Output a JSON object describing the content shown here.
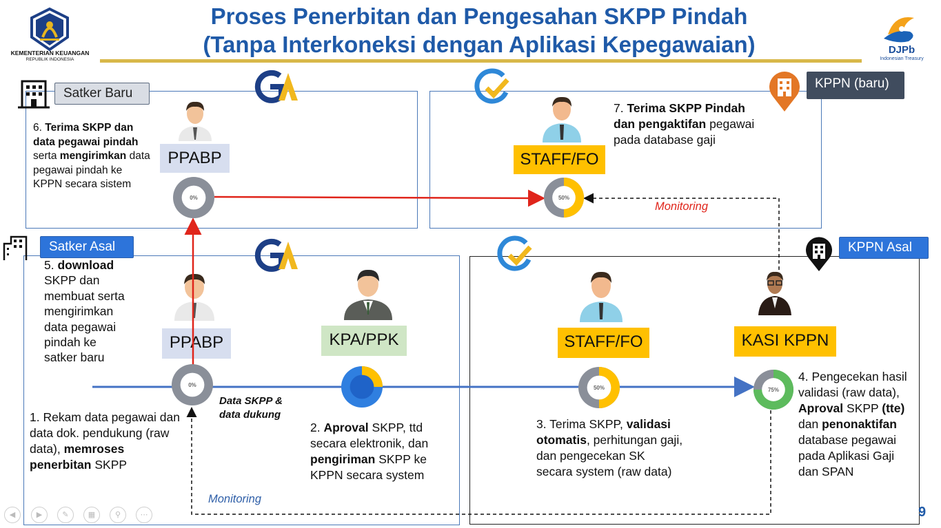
{
  "title": {
    "line1": "Proses Penerbitan dan Pengesahan SKPP Pindah",
    "line2": "(Tanpa Interkoneksi dengan Aplikasi Kepegawaian)"
  },
  "logos": {
    "kemenkeu_line1": "KEMENTERIAN KEUANGAN",
    "kemenkeu_line2": "REPUBLIK INDONESIA",
    "djpb_name": "DJPb",
    "djpb_sub": "Indonesian Treasury"
  },
  "sections": {
    "satker_baru": "Satker Baru",
    "satker_asal": "Satker Asal",
    "kppn_baru": "KPPN (baru)",
    "kppn_asal": "KPPN Asal"
  },
  "roles": {
    "ppabp_top": "PPABP",
    "staff_top": "STAFF/FO",
    "ppabp_bottom": "PPABP",
    "kpa": "KPA/PPK",
    "staff_bottom": "STAFF/FO",
    "kasi": "KASI KPPN"
  },
  "progress": {
    "ppabp_top": {
      "label": "0%",
      "value": 0
    },
    "staff_top": {
      "label": "50%",
      "value": 50
    },
    "ppabp_bottom": {
      "label": "0%",
      "value": 0
    },
    "kpa": {
      "label": "",
      "value": 25
    },
    "staff_bottom": {
      "label": "50%",
      "value": 50
    },
    "kasi": {
      "label": "75%",
      "value": 75
    }
  },
  "steps": {
    "s6": {
      "n": "6.",
      "b1": "Terima SKPP",
      "t1": "dan",
      "b2": "data pegawai pindah",
      "t2": "serta",
      "b3": "mengirimkan",
      "t3": "data pegawai pindah ke KPPN secara sistem"
    },
    "s7": {
      "n": "7.",
      "b1": "Terima SKPP Pindah dan pengaktifan",
      "t1": "pegawai pada database gaji"
    },
    "s5": {
      "n": "5.",
      "b1": "download",
      "t1": "SKPP dan membuat serta mengirimkan data pegawai pindah ke satker baru"
    },
    "s1": {
      "t1": "1. Rekam data pegawai dan data dok. pendukung (raw data),",
      "b1": "memroses penerbitan",
      "t2": "SKPP"
    },
    "s2": {
      "n": "2.",
      "b1": "Aproval",
      "t1": "SKPP, ttd secara elektronik, dan",
      "b2": "pengiriman",
      "t2": "SKPP ke KPPN secara system"
    },
    "s3": {
      "t1": "3. Terima SKPP,",
      "b1": "validasi otomatis",
      "t2": ", perhitungan gaji, dan pengecekan SK secara system (raw data)"
    },
    "s4": {
      "t1": "4. Pengecekan hasil validasi (raw data),",
      "b1": "Aproval",
      "t2": "SKPP",
      "b2": "(tte)",
      "t3": "dan",
      "b3": "penonaktifan",
      "t4": "database pegawai pada Aplikasi Gaji dan SPAN"
    }
  },
  "labels": {
    "monitoring_top": "Monitoring",
    "monitoring_bottom": "Monitoring",
    "data_skpp": "Data SKPP & data dukung"
  },
  "page_number": "9",
  "colors": {
    "title": "#1f5aa8",
    "red_arrow": "#e0251b",
    "blue_line": "#4472c4",
    "yellow": "#ffc000",
    "gray_ring": "#8a8f99",
    "green_ring": "#5dbb5d"
  }
}
